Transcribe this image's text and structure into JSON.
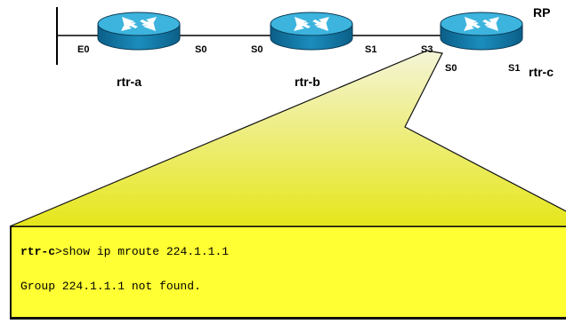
{
  "diagram": {
    "routers": [
      {
        "name": "rtr-a",
        "ports": {
          "left": "E0",
          "right": "S0"
        }
      },
      {
        "name": "rtr-b",
        "ports": {
          "left": "S0",
          "right": "S1"
        }
      },
      {
        "name": "rtr-c",
        "ports": {
          "left": "S3",
          "bottom_left": "S0",
          "bottom_right": "S1"
        },
        "badge": "RP"
      }
    ]
  },
  "console": {
    "host": "rtr-c",
    "command": ">show ip mroute 224.1.1.1",
    "output": "Group 224.1.1.1 not found."
  },
  "colors": {
    "callout_fill": "#ffff33",
    "router_blue": "#1a8fbf"
  }
}
